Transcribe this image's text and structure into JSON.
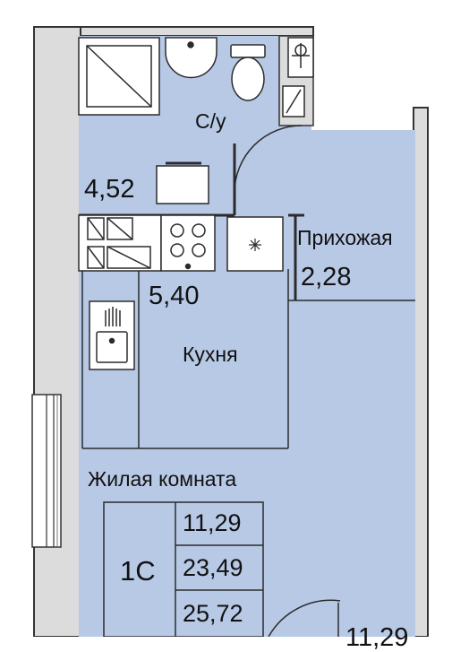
{
  "colors": {
    "room_fill": "#b8c9e6",
    "wall": "#333333",
    "wall_fill": "#dcdcdc",
    "line": "#2b2b2b",
    "text": "#111111"
  },
  "rooms": {
    "bathroom": {
      "name": "С/у",
      "area": "4,52"
    },
    "hallway": {
      "name": "Прихожая",
      "area": "2,28"
    },
    "kitchen": {
      "name": "Кухня",
      "area": "5,40"
    },
    "living": {
      "name": "Жилая комната",
      "area": "11,29"
    }
  },
  "summary": {
    "apartment_type": "1С",
    "living_area": "11,29",
    "total_area": "23,49",
    "total_area_with_balcony": "25,72"
  },
  "cut_label": "11,29",
  "icons": [
    "shower-tray-icon",
    "washbasin-icon",
    "toilet-icon",
    "riser-icon",
    "cooktop-icon",
    "fridge-icon",
    "sink-icon",
    "cabinet-icon",
    "door-icon",
    "window-icon"
  ]
}
